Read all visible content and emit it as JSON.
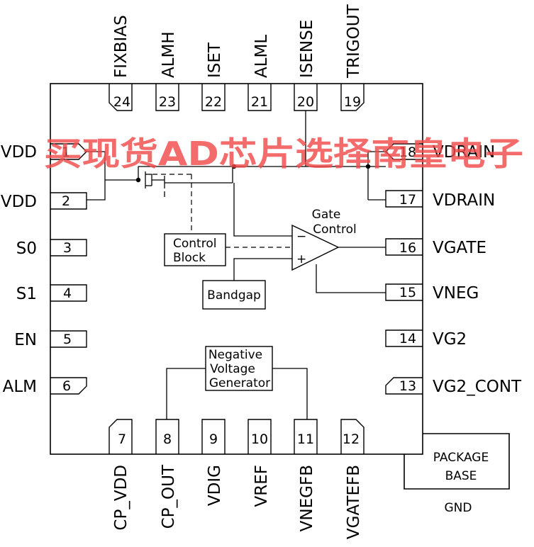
{
  "pins": {
    "left": [
      {
        "num": "1",
        "name": "VDD"
      },
      {
        "num": "2",
        "name": "VDD"
      },
      {
        "num": "3",
        "name": "S0"
      },
      {
        "num": "4",
        "name": "S1"
      },
      {
        "num": "5",
        "name": "EN"
      },
      {
        "num": "6",
        "name": "ALM"
      }
    ],
    "right": [
      {
        "num": "18",
        "name": "VDRAIN"
      },
      {
        "num": "17",
        "name": "VDRAIN"
      },
      {
        "num": "16",
        "name": "VGATE"
      },
      {
        "num": "15",
        "name": "VNEG"
      },
      {
        "num": "14",
        "name": "VG2"
      },
      {
        "num": "13",
        "name": "VG2_CONT"
      }
    ],
    "top": [
      {
        "num": "24",
        "name": "FIXBIAS"
      },
      {
        "num": "23",
        "name": "ALMH"
      },
      {
        "num": "22",
        "name": "ISET"
      },
      {
        "num": "21",
        "name": "ALML"
      },
      {
        "num": "20",
        "name": "ISENSE"
      },
      {
        "num": "19",
        "name": "TRIGOUT"
      }
    ],
    "bottom": [
      {
        "num": "7",
        "name": "CP_VDD"
      },
      {
        "num": "8",
        "name": "CP_OUT"
      },
      {
        "num": "9",
        "name": "VDIG"
      },
      {
        "num": "10",
        "name": "VREF"
      },
      {
        "num": "11",
        "name": "VNEGFB"
      },
      {
        "num": "12",
        "name": "VGATEFB"
      }
    ]
  },
  "blocks": {
    "control": [
      "Control",
      "Block"
    ],
    "bandgap": "Bandgap",
    "negative": [
      "Negative",
      "Voltage",
      "Generator"
    ],
    "gate_control": [
      "Gate",
      "Control"
    ],
    "package_base": [
      "PACKAGE",
      "BASE"
    ],
    "gnd": "GND"
  },
  "amp": {
    "minus": "−",
    "plus": "+"
  },
  "watermark": "买现货AD芯片选择南皇电子",
  "colors": {
    "watermark": "#f04a4a",
    "line": "#000000"
  }
}
